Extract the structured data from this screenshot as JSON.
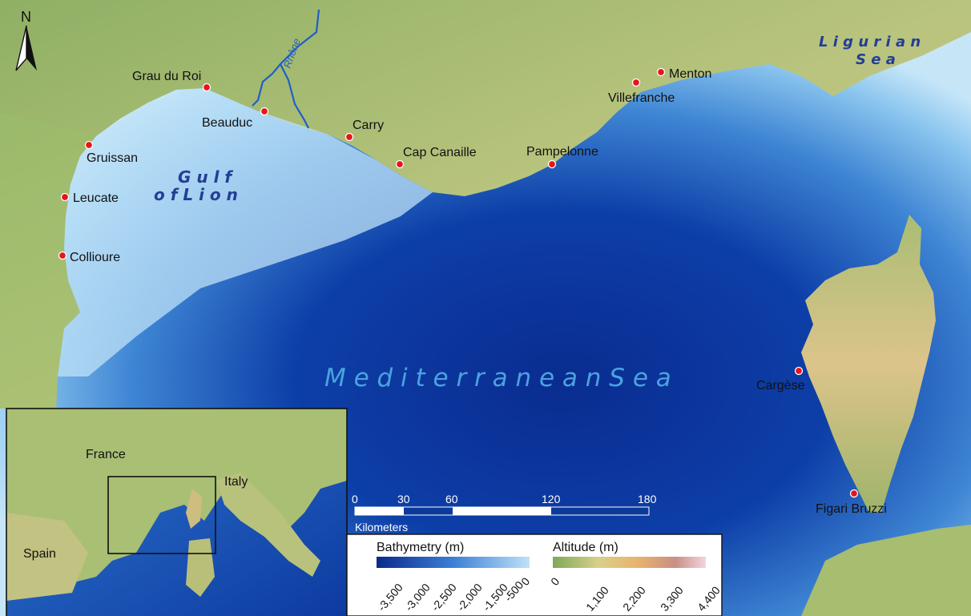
{
  "north_arrow": {
    "label": "N"
  },
  "places": [
    {
      "name": "Grau du Roi"
    },
    {
      "name": "Beauduc"
    },
    {
      "name": "Carry"
    },
    {
      "name": "Cap Canaille"
    },
    {
      "name": "Pampelonne"
    },
    {
      "name": "Villefranche"
    },
    {
      "name": "Menton"
    },
    {
      "name": "Gruissan"
    },
    {
      "name": "Leucate"
    },
    {
      "name": "Collioure"
    },
    {
      "name": "Cargèse"
    },
    {
      "name": "Figari Bruzzi"
    }
  ],
  "water_labels": {
    "gulf_line1": "G u l f",
    "gulf_line2": "o f   L i o n",
    "ligurian_line1": "L i g u r i a n",
    "ligurian_line2": "S e a",
    "mediterranean": "M e d i t e r r a n e a n   S e a",
    "river": "Rhône"
  },
  "inset": {
    "labels": {
      "france": "France",
      "italy": "Italy",
      "spain": "Spain"
    }
  },
  "scale_bar": {
    "ticks": [
      "0",
      "30",
      "60",
      "120",
      "180"
    ],
    "unit": "Kilometers"
  },
  "legend": {
    "bathymetry_title": "Bathymetry (m)",
    "bathymetry_ticks": [
      "-3,500",
      "-3,000",
      "-2,500",
      "-2,000",
      "-1,500",
      "-500",
      "0"
    ],
    "altitude_title": "Altitude (m)",
    "altitude_ticks": [
      "0",
      "1,100",
      "2,200",
      "3,300",
      "4,400"
    ],
    "colors": {
      "deep_sea": "#0a2a8a",
      "shallow_sea": "#bfe2f7",
      "lowland": "#7fa85a",
      "highland": "#e8b46c",
      "peak": "#f4d4e0"
    }
  }
}
